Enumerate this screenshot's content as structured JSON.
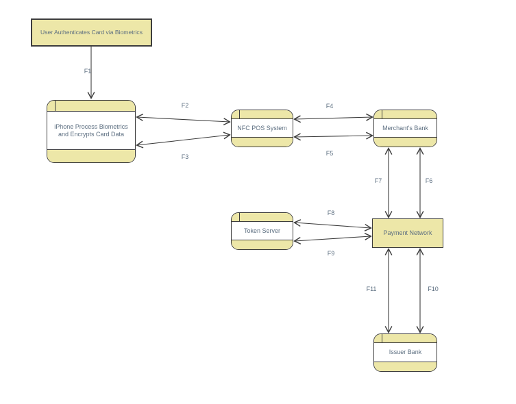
{
  "diagram": {
    "type": "data-flow-diagram",
    "colors": {
      "node_fill": "#ede7a8",
      "node_border": "#3d3d3d",
      "text": "#5c6e80",
      "line": "#3d3d3d",
      "background": "#ffffff"
    },
    "nodes": {
      "user_auth": {
        "label": "User Authenticates Card via Biometrics",
        "shape": "rectangle"
      },
      "iphone": {
        "label": "iPhone Process Biometrics and Encrypts Card Data",
        "shape": "rounded-process"
      },
      "nfc": {
        "label": "NFC POS System",
        "shape": "rounded-process"
      },
      "merchant": {
        "label": "Merchant's Bank",
        "shape": "rounded-process"
      },
      "token": {
        "label": "Token Server",
        "shape": "rounded-process"
      },
      "payment": {
        "label": "Payment Network",
        "shape": "rectangle"
      },
      "issuer": {
        "label": "Issuer Bank",
        "shape": "rounded-process"
      }
    },
    "flows": {
      "f1": {
        "label": "F1",
        "from": "user_auth",
        "to": "iphone",
        "direction": "one-way"
      },
      "f2": {
        "label": "F2",
        "from": "iphone",
        "to": "nfc",
        "direction": "two-way"
      },
      "f3": {
        "label": "F3",
        "from": "nfc",
        "to": "iphone",
        "direction": "two-way"
      },
      "f4": {
        "label": "F4",
        "from": "nfc",
        "to": "merchant",
        "direction": "two-way"
      },
      "f5": {
        "label": "F5",
        "from": "merchant",
        "to": "nfc",
        "direction": "two-way"
      },
      "f6": {
        "label": "F6",
        "from": "merchant",
        "to": "payment",
        "direction": "two-way"
      },
      "f7": {
        "label": "F7",
        "from": "payment",
        "to": "merchant",
        "direction": "two-way"
      },
      "f8": {
        "label": "F8",
        "from": "token",
        "to": "payment",
        "direction": "two-way"
      },
      "f9": {
        "label": "F9",
        "from": "payment",
        "to": "token",
        "direction": "two-way"
      },
      "f10": {
        "label": "F10",
        "from": "payment",
        "to": "issuer",
        "direction": "two-way"
      },
      "f11": {
        "label": "F11",
        "from": "issuer",
        "to": "payment",
        "direction": "two-way"
      }
    }
  }
}
